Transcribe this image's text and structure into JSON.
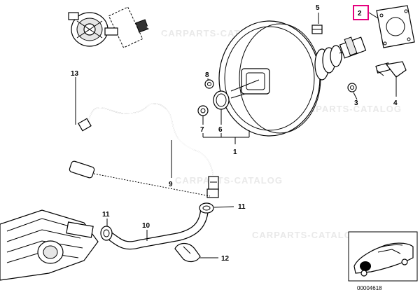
{
  "callouts": {
    "c1": "1",
    "c2": "2",
    "c3": "3",
    "c4": "4",
    "c5": "5",
    "c6": "6",
    "c7": "7",
    "c8": "8",
    "c9": "9",
    "c10": "10",
    "c11a": "11",
    "c11b": "11",
    "c12": "12",
    "c13": "13"
  },
  "diagram_id": "00004618",
  "highlight_color": "#e6007e"
}
